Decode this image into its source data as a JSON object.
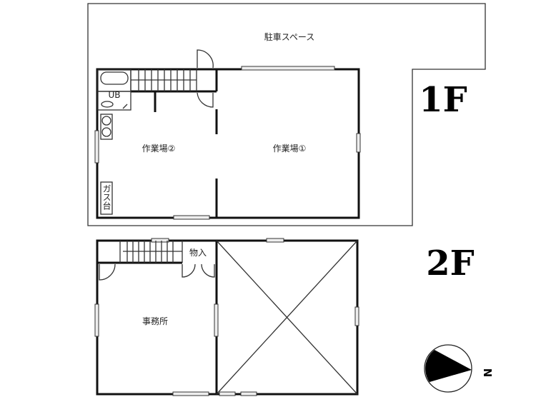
{
  "floor_labels": {
    "first": "1F",
    "second": "2F"
  },
  "rooms_1f": {
    "parking": "駐車スペース",
    "workshop_1": "作業場①",
    "workshop_2": "作業場②",
    "bath": "UB",
    "gas_stove": "ガス台"
  },
  "rooms_2f": {
    "office": "事務所",
    "storage": "物入"
  },
  "compass": {
    "north_label": "N"
  }
}
